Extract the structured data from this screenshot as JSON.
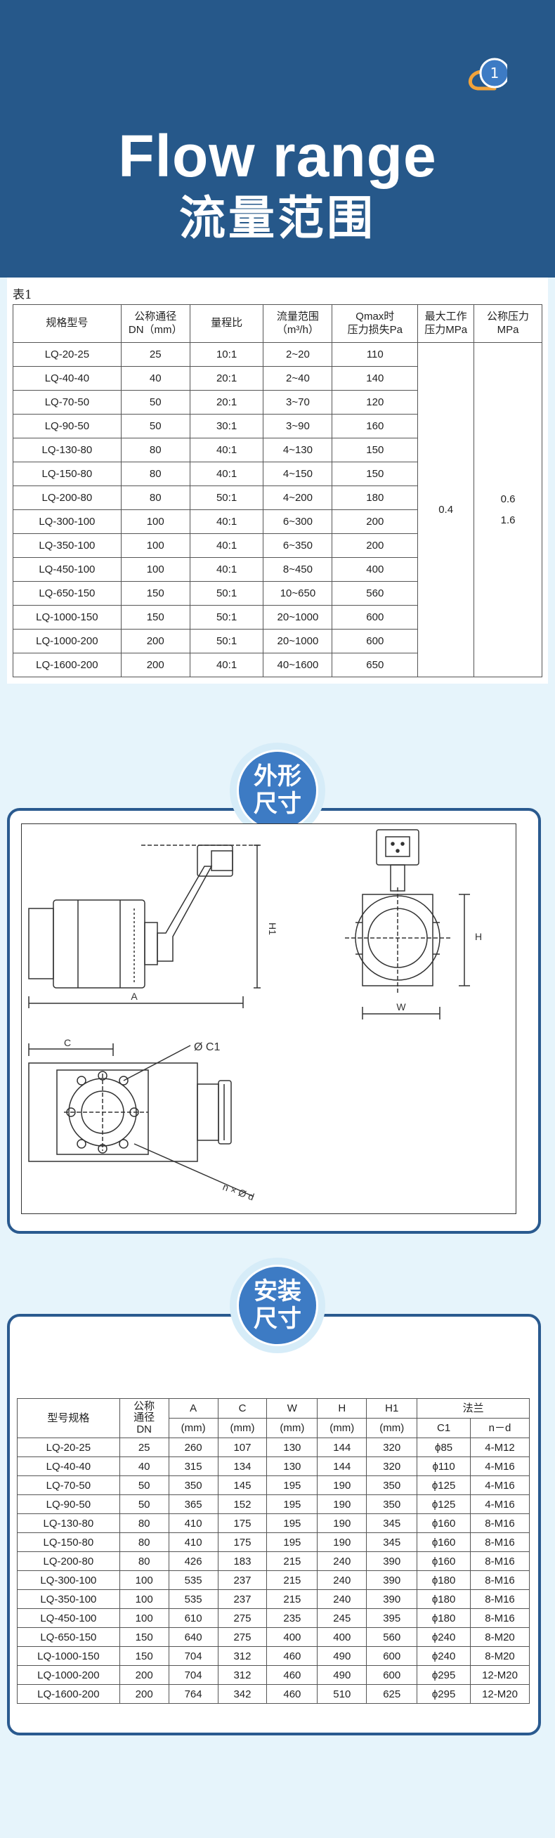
{
  "header": {
    "badge_number": "1",
    "title_en": "Flow range",
    "title_cn": "流量范围"
  },
  "colors": {
    "header_bg": "#26588a",
    "accent_orange": "#f2a33a",
    "accent_blue": "#3d7bc4",
    "page_bg": "#e6f4fb"
  },
  "table1": {
    "label": "表1",
    "headers": [
      "规格型号",
      "公称通径\nDN（mm）",
      "量程比",
      "流量范围\n（m³/h）",
      "Qmax时\n压力损失Pa",
      "最大工作\n压力MPa",
      "公称压力\nMPa"
    ],
    "rows": [
      [
        "LQ-20-25",
        "25",
        "10:1",
        "2~20",
        "110"
      ],
      [
        "LQ-40-40",
        "40",
        "20:1",
        "2~40",
        "140"
      ],
      [
        "LQ-70-50",
        "50",
        "20:1",
        "3~70",
        "120"
      ],
      [
        "LQ-90-50",
        "50",
        "30:1",
        "3~90",
        "160"
      ],
      [
        "LQ-130-80",
        "80",
        "40:1",
        "4~130",
        "150"
      ],
      [
        "LQ-150-80",
        "80",
        "40:1",
        "4~150",
        "150"
      ],
      [
        "LQ-200-80",
        "80",
        "50:1",
        "4~200",
        "180"
      ],
      [
        "LQ-300-100",
        "100",
        "40:1",
        "6~300",
        "200"
      ],
      [
        "LQ-350-100",
        "100",
        "40:1",
        "6~350",
        "200"
      ],
      [
        "LQ-450-100",
        "100",
        "40:1",
        "8~450",
        "400"
      ],
      [
        "LQ-650-150",
        "150",
        "50:1",
        "10~650",
        "560"
      ],
      [
        "LQ-1000-150",
        "150",
        "50:1",
        "20~1000",
        "600"
      ],
      [
        "LQ-1000-200",
        "200",
        "50:1",
        "20~1000",
        "600"
      ],
      [
        "LQ-1600-200",
        "200",
        "40:1",
        "40~1600",
        "650"
      ]
    ],
    "max_pressure": "0.4",
    "nominal_pressure_1": "0.6",
    "nominal_pressure_2": "1.6"
  },
  "section_dimensions": {
    "line1": "外形",
    "line2": "尺寸"
  },
  "drawing_labels": {
    "a": "A",
    "h1": "H1",
    "h": "H",
    "w": "W",
    "c": "C",
    "c1": "Ø C1",
    "nd": "n × Ø d"
  },
  "section_install": {
    "line1": "安装",
    "line2": "尺寸"
  },
  "table2": {
    "headers": {
      "model": "型号规格",
      "dn": "公称\n通径\nDN",
      "a": "A",
      "c": "C",
      "w": "W",
      "h": "H",
      "h1": "H1",
      "flange": "法兰",
      "unit": "(mm)",
      "c1": "C1",
      "nd": "n－d"
    },
    "rows": [
      [
        "LQ-20-25",
        "25",
        "260",
        "107",
        "130",
        "144",
        "320",
        "ϕ85",
        "4-M12"
      ],
      [
        "LQ-40-40",
        "40",
        "315",
        "134",
        "130",
        "144",
        "320",
        "ϕ110",
        "4-M16"
      ],
      [
        "LQ-70-50",
        "50",
        "350",
        "145",
        "195",
        "190",
        "350",
        "ϕ125",
        "4-M16"
      ],
      [
        "LQ-90-50",
        "50",
        "365",
        "152",
        "195",
        "190",
        "350",
        "ϕ125",
        "4-M16"
      ],
      [
        "LQ-130-80",
        "80",
        "410",
        "175",
        "195",
        "190",
        "345",
        "ϕ160",
        "8-M16"
      ],
      [
        "LQ-150-80",
        "80",
        "410",
        "175",
        "195",
        "190",
        "345",
        "ϕ160",
        "8-M16"
      ],
      [
        "LQ-200-80",
        "80",
        "426",
        "183",
        "215",
        "240",
        "390",
        "ϕ160",
        "8-M16"
      ],
      [
        "LQ-300-100",
        "100",
        "535",
        "237",
        "215",
        "240",
        "390",
        "ϕ180",
        "8-M16"
      ],
      [
        "LQ-350-100",
        "100",
        "535",
        "237",
        "215",
        "240",
        "390",
        "ϕ180",
        "8-M16"
      ],
      [
        "LQ-450-100",
        "100",
        "610",
        "275",
        "235",
        "245",
        "395",
        "ϕ180",
        "8-M16"
      ],
      [
        "LQ-650-150",
        "150",
        "640",
        "275",
        "400",
        "400",
        "560",
        "ϕ240",
        "8-M20"
      ],
      [
        "LQ-1000-150",
        "150",
        "704",
        "312",
        "460",
        "490",
        "600",
        "ϕ240",
        "8-M20"
      ],
      [
        "LQ-1000-200",
        "200",
        "704",
        "312",
        "460",
        "490",
        "600",
        "ϕ295",
        "12-M20"
      ],
      [
        "LQ-1600-200",
        "200",
        "764",
        "342",
        "460",
        "510",
        "625",
        "ϕ295",
        "12-M20"
      ]
    ]
  }
}
